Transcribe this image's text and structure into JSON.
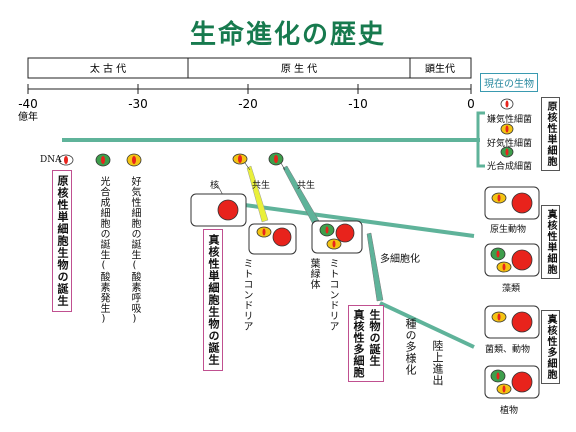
{
  "title": "生命進化の歴史",
  "eras": {
    "archean": "太 古 代",
    "proterozoic": "原 生 代",
    "phanerozoic": "顕生代"
  },
  "axis": {
    "ticks": [
      "-40",
      "-30",
      "-20",
      "-10",
      "0"
    ],
    "unit": "億年"
  },
  "present_label": "現在の生物",
  "prokaryotes": {
    "group_label": "原核性単細胞",
    "items": [
      "嫌気性細菌",
      "好気性細菌",
      "光合成細菌"
    ]
  },
  "left_labels": {
    "dna": "DNA",
    "birth_prokaryote": "原核性単細胞生物の誕生",
    "photosynthetic_cells": "光合成細胞の誕生(酸素発生)",
    "aerobic_cells": "好気性細胞の誕生(酸素呼吸)"
  },
  "eukaryote_stage": {
    "nucleus": "核",
    "symbiosis_1": "共生",
    "symbiosis_2": "共生",
    "birth_eukaryote": "真核性単細胞生物の誕生",
    "mitochondria_1": "ミトコンドリア",
    "chloroplast": "葉緑体",
    "mitochondria_2": "ミトコンドリア",
    "multicellularity": "多細胞化",
    "birth_multicellular": "生物の誕生",
    "eukaryotic_multicellular_left": "真核性多細胞",
    "diversification": "種の多様化",
    "land": "陸上進出"
  },
  "present_eukaryotes": {
    "unicellular_label": "真核性単細胞",
    "protozoa": "原生動物",
    "algae": "藻類",
    "multicellular_label": "真核性多細胞",
    "fungi_animals": "菌類、動物",
    "plants": "植物"
  },
  "colors": {
    "title": "#177a4e",
    "trunk": "#5fb39a",
    "nucleus": "#e8231c",
    "mitochondria": "#f3c313",
    "chloroplast": "#3e9e4c",
    "box_border_pink": "#c05090"
  }
}
